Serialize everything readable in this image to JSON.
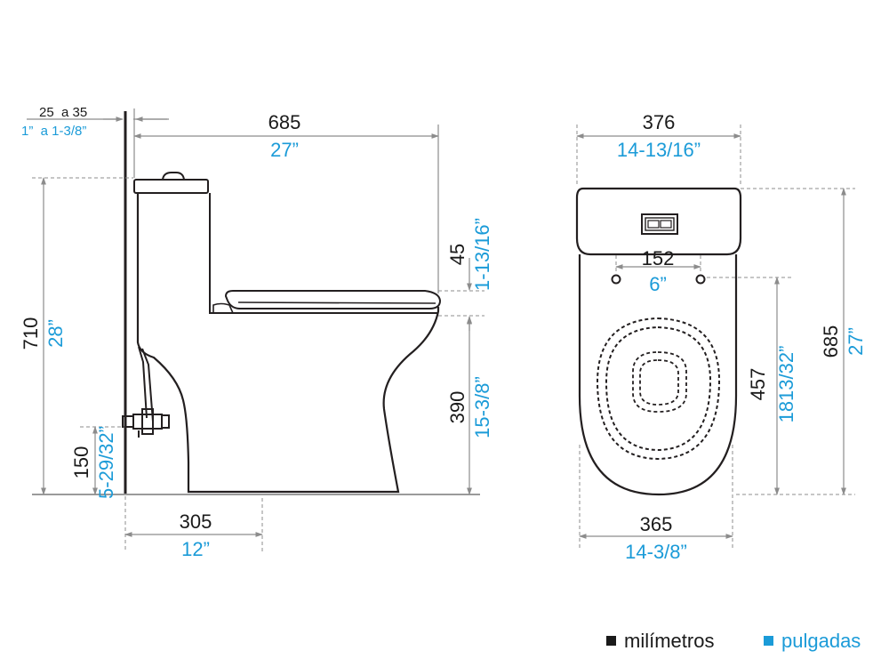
{
  "colors": {
    "mm_text": "#1a1a1a",
    "inch_text": "#1b9bd8",
    "outline": "#231f20",
    "dimension": "#8c8c8c"
  },
  "side_view": {
    "wall_gap": {
      "mm": "25  a 35",
      "inch": "1”  a 1-3/8”"
    },
    "length": {
      "mm": "685",
      "inch": "27”"
    },
    "total_height": {
      "mm": "710",
      "inch": "28”"
    },
    "seat_step": {
      "mm": "45",
      "inch": "1-13/16”"
    },
    "seat_height": {
      "mm": "390",
      "inch": "15-3/8”"
    },
    "inlet_height": {
      "mm": "150",
      "inch": "5-29/32”"
    },
    "rough_in": {
      "mm": "305",
      "inch": "12”"
    }
  },
  "top_view": {
    "tank_width": {
      "mm": "376",
      "inch": "14-13/16”"
    },
    "bolt_spacing": {
      "mm": "152",
      "inch": "6”"
    },
    "bowl_length": {
      "mm": "457",
      "inch": "1813/32”"
    },
    "total_depth": {
      "mm": "685",
      "inch": "27”"
    },
    "bowl_width": {
      "mm": "365",
      "inch": "14-3/8”"
    }
  },
  "legend": {
    "mm_label": "milímetros",
    "inch_label": "pulgadas"
  }
}
